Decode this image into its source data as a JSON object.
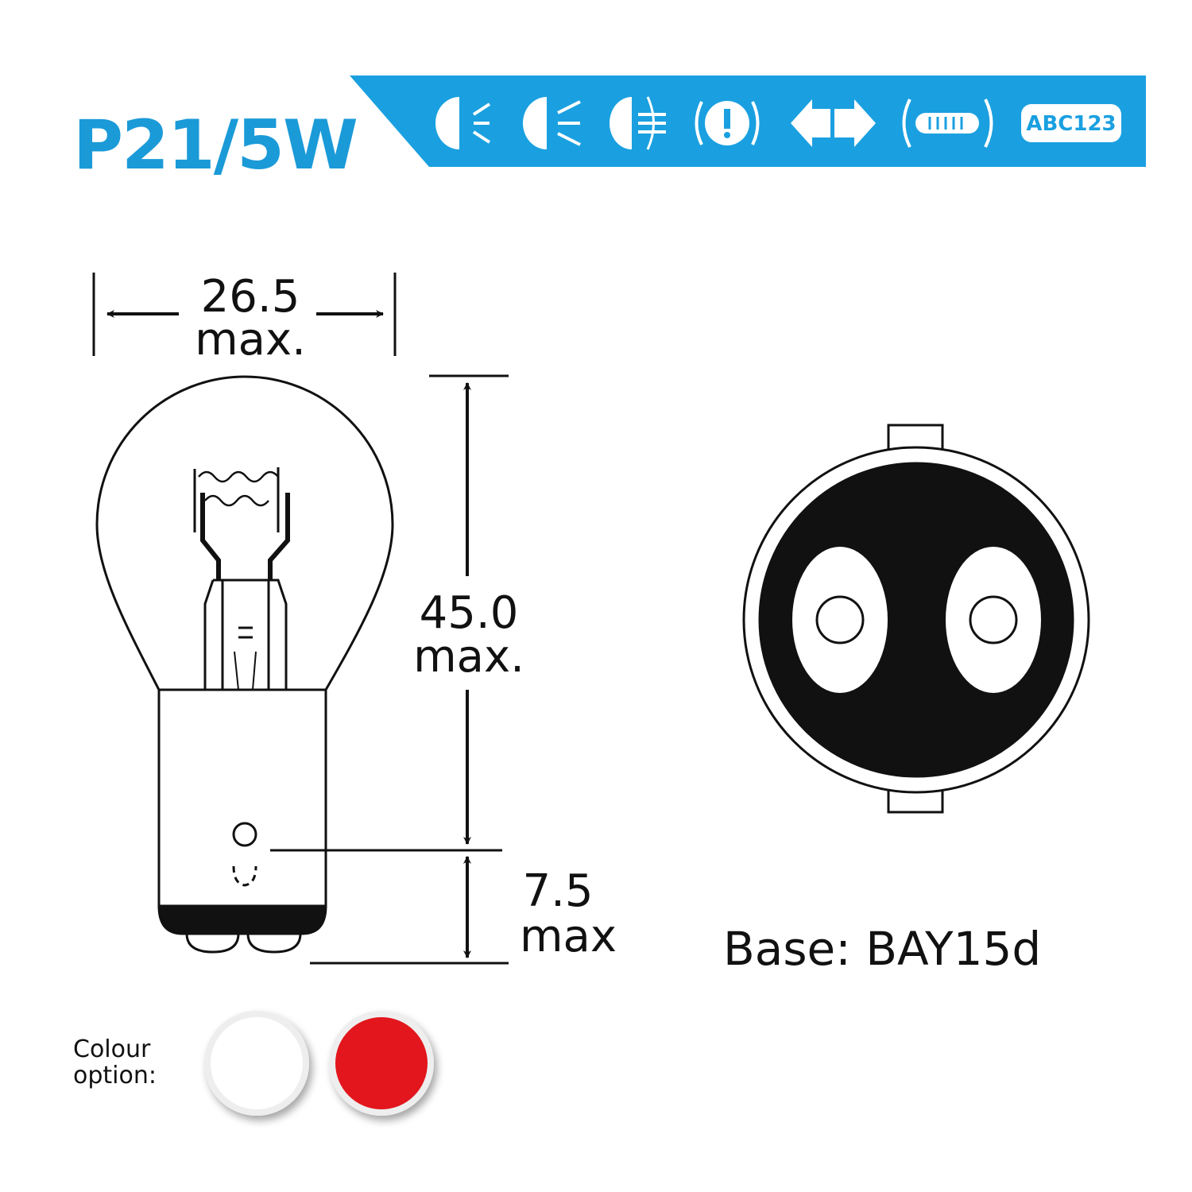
{
  "title": "P21/5W",
  "colors": {
    "banner": "#1aa0e0",
    "title": "#1b9ad8",
    "red_option": "#e2141b",
    "white_option": "#ffffff"
  },
  "banner_icons": [
    "parking-light-icon",
    "low-beam-icon",
    "fog-light-icon",
    "warning-light-icon",
    "indicator-arrows-icon",
    "interior-festoon-icon",
    "license-plate-icon"
  ],
  "license_plate_text": "ABC123",
  "dimensions": {
    "width_value": "26.5",
    "width_unit": "max.",
    "height_value": "45.0",
    "height_unit": "max.",
    "base_value": "7.5",
    "base_unit": "max"
  },
  "base_label": "Base: BAY15d",
  "colour_option": {
    "line1": "Colour",
    "line2": "option:"
  }
}
